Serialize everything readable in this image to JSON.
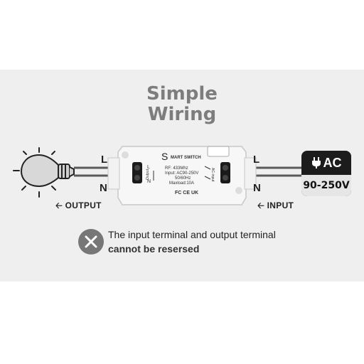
{
  "title": {
    "line1": "Simple",
    "line2": "Wiring"
  },
  "device": {
    "brand_big": "S",
    "brand_small": "MART SWITCH",
    "specs": [
      "RF: 433Mhz",
      "Input: AC90-250V",
      "50/60Hz",
      "Maxload:10A"
    ],
    "output_tag": "Output",
    "input_tag": "AC-input",
    "cert_marks": "FC CE UK"
  },
  "left": {
    "live": "L",
    "neutral": "N",
    "direction": "OUTPUT"
  },
  "right": {
    "live": "L",
    "neutral": "N",
    "direction": "INPUT"
  },
  "power": {
    "label": "AC",
    "range": "90-250V"
  },
  "warning": {
    "line1": "The input terminal and output terminal",
    "line2": "cannot be resersed"
  },
  "icons": [
    "light-bulb-icon",
    "plug-icon",
    "close-icon",
    "arrow-left-icon"
  ],
  "colors": {
    "panel": "#efefef",
    "wire": "#5a5a5a",
    "dark": "#1c1c1c"
  }
}
